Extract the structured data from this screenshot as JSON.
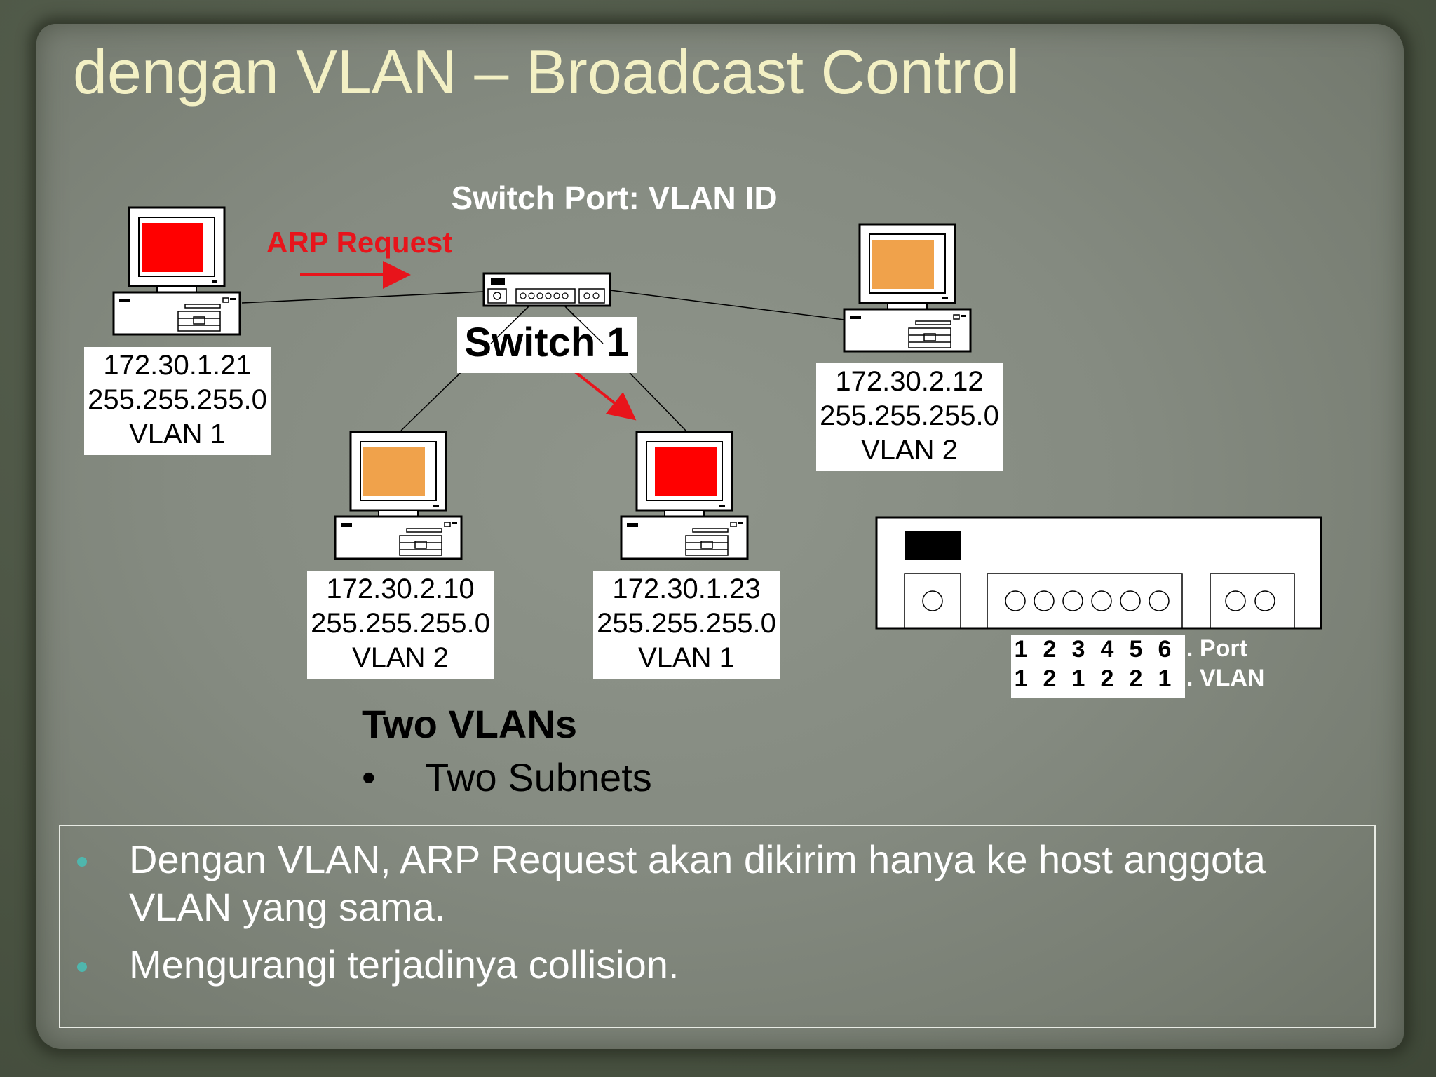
{
  "title": "dengan VLAN – Broadcast Control",
  "diagram": {
    "header": "Switch Port: VLAN ID",
    "arp_label": "ARP Request",
    "switch_label": "Switch 1",
    "hosts": [
      {
        "ip": "172.30.1.21",
        "mask": "255.255.255.0",
        "vlan": "VLAN 1",
        "screen_color": "#ff0000"
      },
      {
        "ip": "172.30.2.12",
        "mask": "255.255.255.0",
        "vlan": "VLAN 2",
        "screen_color": "#f0a24b"
      },
      {
        "ip": "172.30.2.10",
        "mask": "255.255.255.0",
        "vlan": "VLAN 2",
        "screen_color": "#f0a24b"
      },
      {
        "ip": "172.30.1.23",
        "mask": "255.255.255.0",
        "vlan": "VLAN 1",
        "screen_color": "#ff0000"
      }
    ],
    "caption_heading": "Two VLANs",
    "caption_bullet": "Two Subnets",
    "port_table": {
      "ports": [
        "1",
        "2",
        "3",
        "4",
        "5",
        "6"
      ],
      "vlans": [
        "1",
        "2",
        "1",
        "2",
        "2",
        "1"
      ],
      "port_label": ". Port",
      "vlan_label": ". VLAN"
    }
  },
  "notes": [
    "Dengan VLAN,  ARP Request akan dikirim hanya ke host anggota VLAN yang sama.",
    "Mengurangi  terjadinya collision."
  ],
  "colors": {
    "title": "#f3f0c4",
    "arp": "#e8141b",
    "bullet": "#4fb6ad"
  }
}
